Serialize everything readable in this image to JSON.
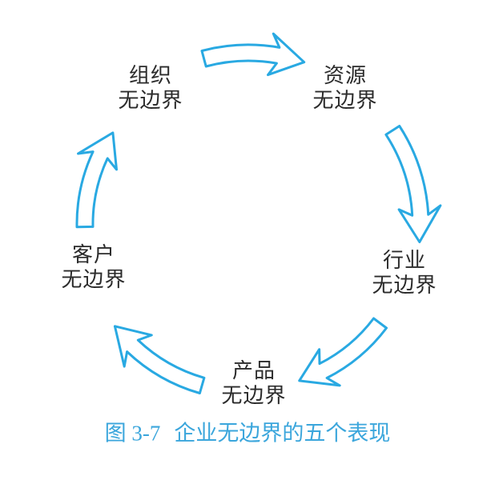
{
  "figure": {
    "caption_label": "图 3-7",
    "caption_title": "企业无边界的五个表现",
    "caption_color": "#3BA6DC"
  },
  "diagram": {
    "background": "#FFFFFF",
    "arrow_color": "#29A9E2",
    "arrow_fill": "#FFFFFF",
    "text_color": "#2B2B2B",
    "nodes": [
      {
        "id": "organization",
        "lines": [
          "组织",
          "无边界"
        ]
      },
      {
        "id": "resource",
        "lines": [
          "资源",
          "无边界"
        ]
      },
      {
        "id": "industry",
        "lines": [
          "行业",
          "无边界"
        ]
      },
      {
        "id": "product",
        "lines": [
          "产品",
          "无边界"
        ]
      },
      {
        "id": "customer",
        "lines": [
          "客户",
          "无边界"
        ]
      }
    ],
    "arrows": [
      {
        "from": "组织无边界",
        "to": "资源无边界"
      },
      {
        "from": "资源无边界",
        "to": "行业无边界"
      },
      {
        "from": "行业无边界",
        "to": "产品无边界"
      },
      {
        "from": "产品无边界",
        "to": "客户无边界"
      },
      {
        "from": "客户无边界",
        "to": "组织无边界"
      }
    ]
  }
}
